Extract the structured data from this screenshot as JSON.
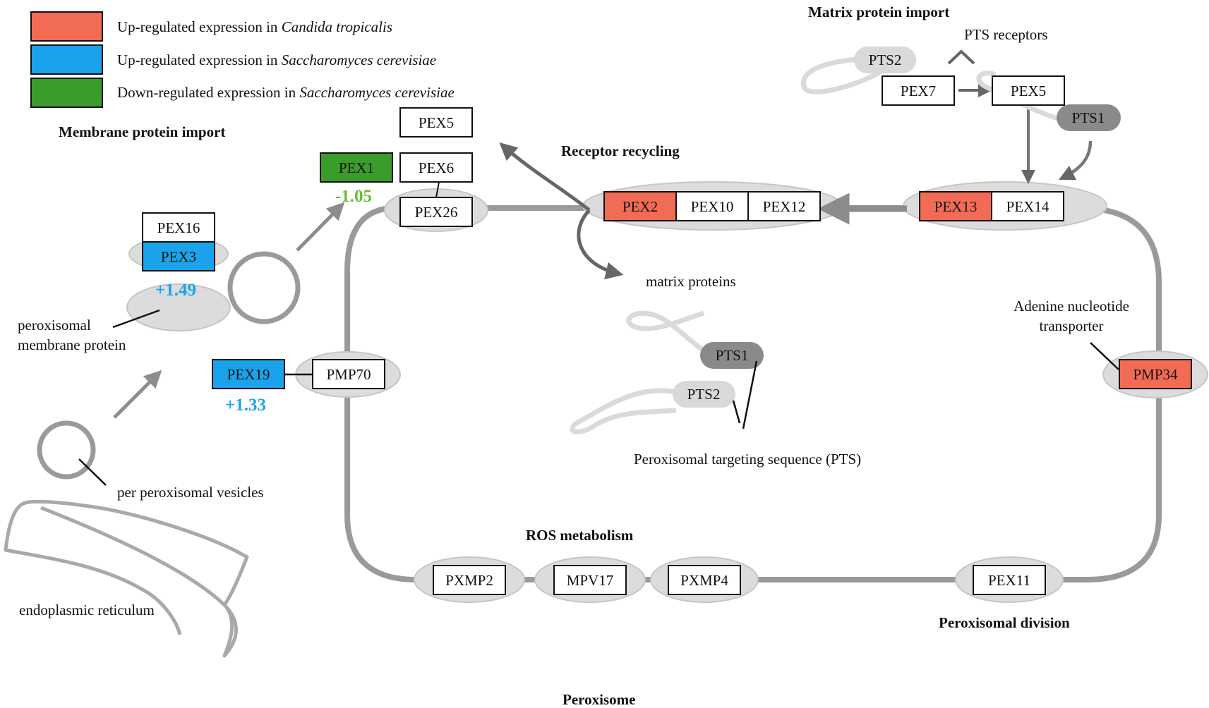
{
  "colors": {
    "up_candida": "#f26b55",
    "up_sacch": "#1aa3ea",
    "down_sacch": "#3a9c2a",
    "membrane_grey": "#9a9a9a",
    "ellipse_fill": "#dcdcdc",
    "fold_change_up": "#1aa3ea",
    "fold_change_down": "#6bbf3a"
  },
  "legend": [
    {
      "prefix": "Up-regulated expression in ",
      "species": "Candida tropicalis",
      "color_key": "up_candida"
    },
    {
      "prefix": "Up-regulated expression in ",
      "species": "Saccharomyces cerevisiae",
      "color_key": "up_sacch"
    },
    {
      "prefix": "Down-regulated expression in ",
      "species": "Saccharomyces cerevisiae",
      "color_key": "down_sacch"
    }
  ],
  "headers": {
    "membrane_import": "Membrane protein import",
    "matrix_import": "Matrix protein import",
    "receptor_recycling": "Receptor recycling",
    "ros": "ROS metabolism",
    "division": "Peroxisomal division",
    "peroxisome": "Peroxisome"
  },
  "labels": {
    "pts_receptors": "PTS receptors",
    "matrix_proteins": "matrix proteins",
    "adenine_line1": "Adenine nucleotide",
    "adenine_line2": "transporter",
    "pts_seq": "Peroxisomal targeting sequence (PTS)",
    "pmp_line1": "peroxisomal",
    "pmp_line2": "membrane protein",
    "vesicles": "per peroxisomal vesicles",
    "er": "endoplasmic reticulum"
  },
  "genes": {
    "pex5_top": "PEX5",
    "pex6": "PEX6",
    "pex26": "PEX26",
    "pex1": "PEX1",
    "pex16": "PEX16",
    "pex3": "PEX3",
    "pex19": "PEX19",
    "pmp70": "PMP70",
    "pex2": "PEX2",
    "pex10": "PEX10",
    "pex12": "PEX12",
    "pex13": "PEX13",
    "pex14": "PEX14",
    "pex7": "PEX7",
    "pex5_matrix": "PEX5",
    "pmp34": "PMP34",
    "pxmp2": "PXMP2",
    "mpv17": "MPV17",
    "pxmp4": "PXMP4",
    "pex11": "PEX11"
  },
  "signals": {
    "pts1_matrix": "PTS1",
    "pts2_matrix": "PTS2",
    "pts1_center": "PTS1",
    "pts2_center": "PTS2"
  },
  "fold_changes": {
    "pex1": "-1.05",
    "pex3": "+1.49",
    "pex19": "+1.33"
  }
}
